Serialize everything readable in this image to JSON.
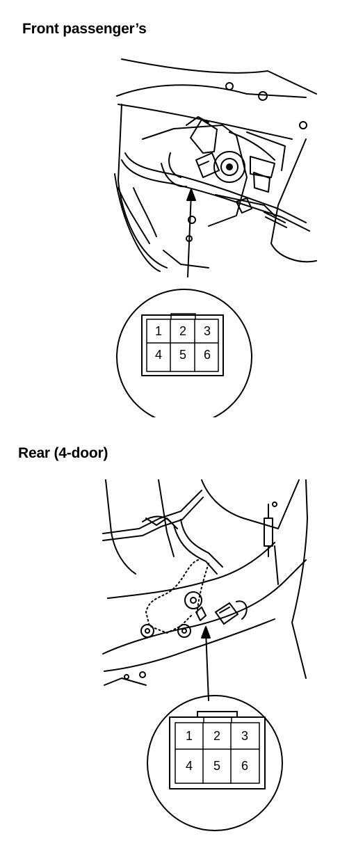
{
  "front": {
    "heading": "Front passenger’s",
    "connector_pins": [
      "1",
      "2",
      "3",
      "4",
      "5",
      "6"
    ]
  },
  "rear": {
    "heading": "Rear (4-door)",
    "connector_pins": [
      "1",
      "2",
      "3",
      "4",
      "5",
      "6"
    ]
  }
}
